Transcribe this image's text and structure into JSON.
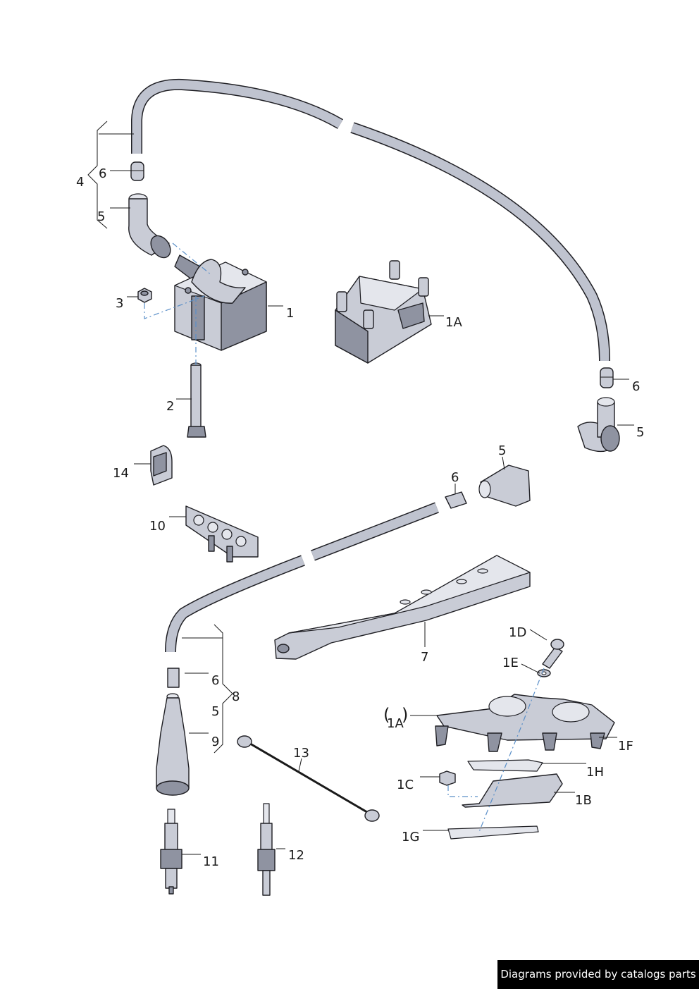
{
  "callouts": {
    "c4": "4",
    "c6a": "6",
    "c5a": "5",
    "c3": "3",
    "c1": "1",
    "c1A_top": "1A",
    "c2": "2",
    "c6b": "6",
    "c5b": "5",
    "c14": "14",
    "c5c": "5",
    "c6c": "6",
    "c10": "10",
    "c7": "7",
    "c1D": "1D",
    "c1E": "1E",
    "c6d": "6",
    "c8": "8",
    "c5d": "5",
    "c9": "9",
    "c1A_bottom": "1A",
    "c1F": "1F",
    "c13": "13",
    "c1H": "1H",
    "c1C": "1C",
    "c1B": "1B",
    "c1G": "1G",
    "c11": "11",
    "c12": "12"
  },
  "paren_open": "(",
  "paren_close": ")",
  "credit": "Diagrams provided by catalogs parts"
}
